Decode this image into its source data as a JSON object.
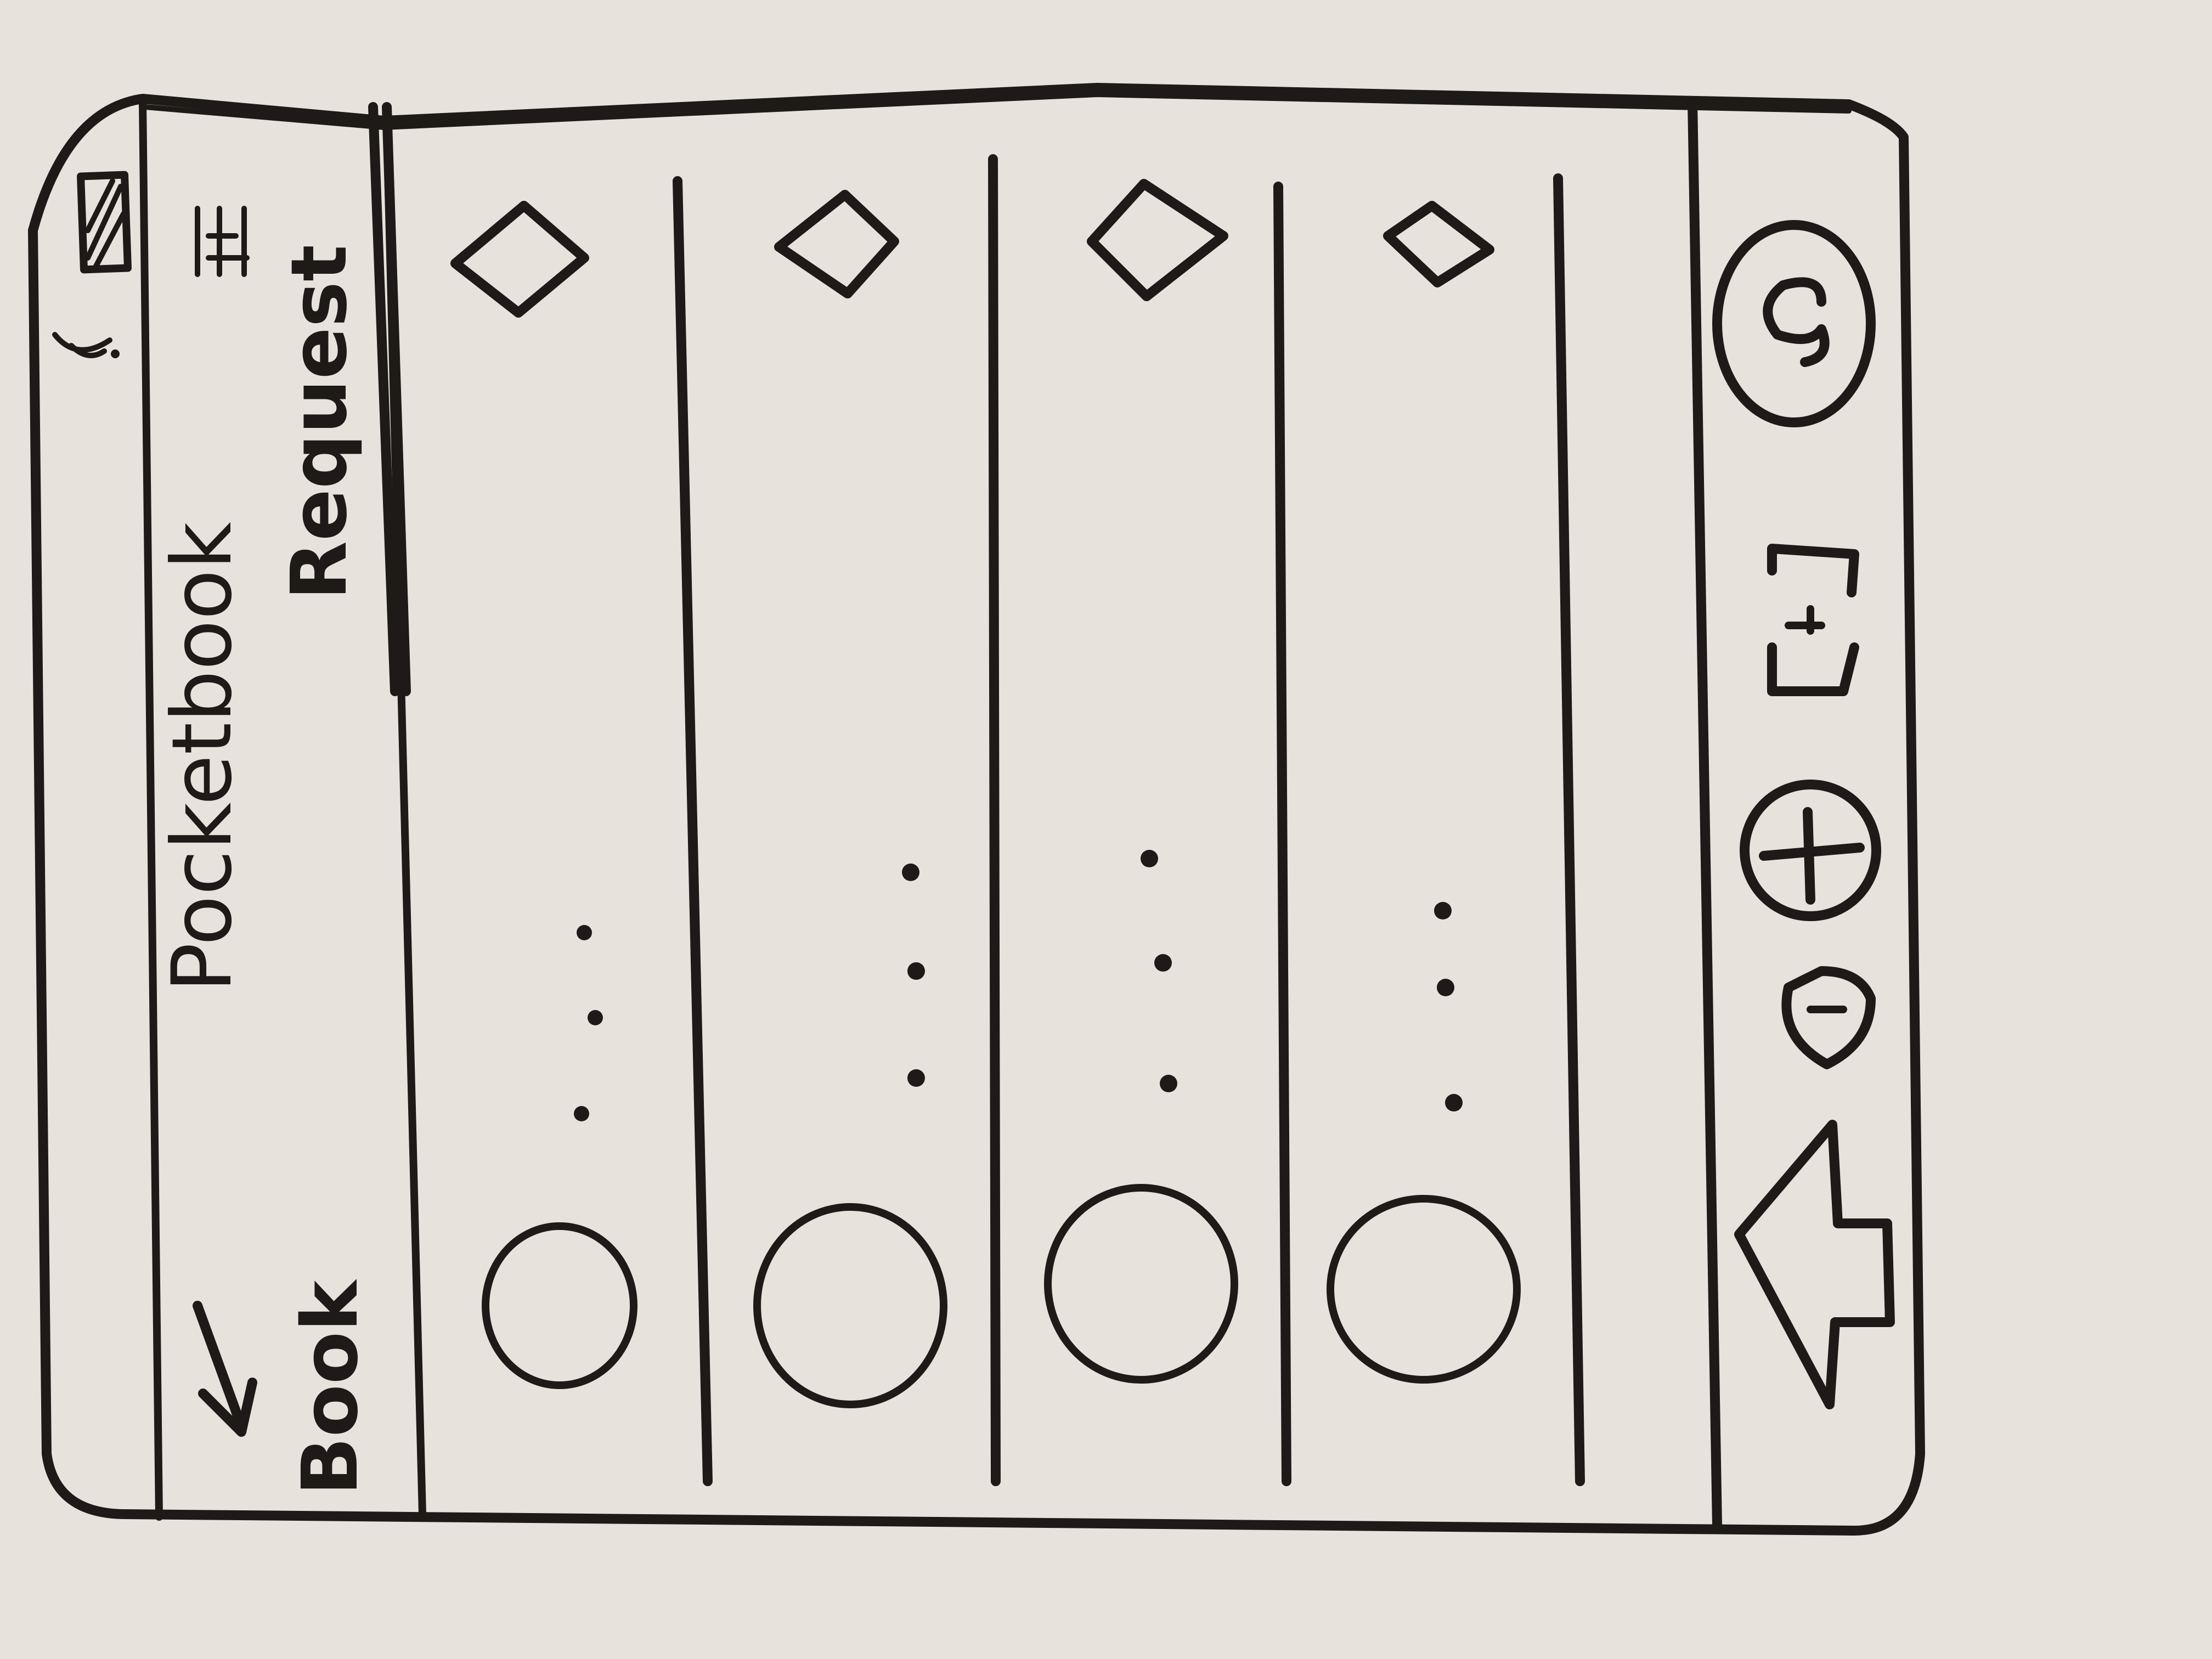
{
  "header": {
    "title": "Pocketbook",
    "left_label": "Book",
    "right_label": "Request",
    "back_icon": "arrow-back-icon",
    "filter_icon": "filter-icon",
    "status_bar": {
      "wifi_icon": "wifi-icon",
      "battery_icon": "battery-icon"
    }
  },
  "list": {
    "items": [
      {
        "avatar_icon": "circle-avatar-icon",
        "more_icon": "more-vertical-icon",
        "action_icon": "diamond-icon"
      },
      {
        "avatar_icon": "circle-avatar-icon",
        "more_icon": "more-vertical-icon",
        "action_icon": "diamond-icon"
      },
      {
        "avatar_icon": "circle-avatar-icon",
        "more_icon": "more-vertical-icon",
        "action_icon": "diamond-icon"
      },
      {
        "avatar_icon": "circle-avatar-icon",
        "more_icon": "more-vertical-icon",
        "action_icon": "diamond-icon"
      }
    ]
  },
  "bottom_nav": {
    "items": [
      {
        "icon": "home-icon"
      },
      {
        "icon": "location-icon"
      },
      {
        "icon": "add-icon"
      },
      {
        "icon": "wallet-icon"
      },
      {
        "icon": "profile-icon"
      }
    ]
  }
}
